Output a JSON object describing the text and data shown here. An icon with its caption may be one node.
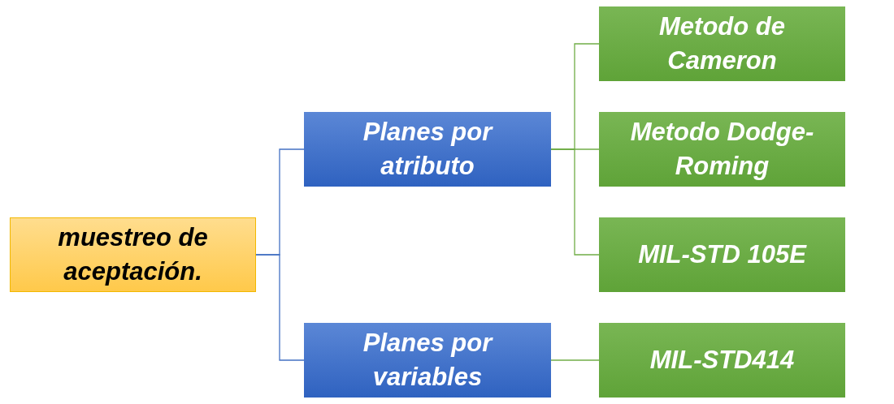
{
  "diagram": {
    "nodes": [
      {
        "text": [
          "muestreo de aceptación."
        ]
      },
      {
        "text": [
          "Planes por atributo"
        ]
      },
      {
        "text": [
          "Planes por variables"
        ]
      },
      {
        "text": [
          "Metodo de Cameron"
        ]
      },
      {
        "text": [
          "Metodo Dodge-Roming"
        ]
      },
      {
        "text": [
          "MIL-STD 105E"
        ]
      },
      {
        "text": [
          "MIL-STD414"
        ]
      }
    ],
    "edges": [
      {
        "from": 0,
        "to": 1,
        "arrow": "none",
        "color": "#4472c4"
      },
      {
        "from": 0,
        "to": 2,
        "arrow": "none",
        "color": "#4472c4"
      },
      {
        "from": 1,
        "to": 3,
        "arrow": "none"
      },
      {
        "from": 1,
        "to": 4,
        "arrow": "none"
      },
      {
        "from": 1,
        "to": 5,
        "arrow": "none"
      },
      {
        "from": 2,
        "to": 6,
        "arrow": "none"
      }
    ]
  }
}
